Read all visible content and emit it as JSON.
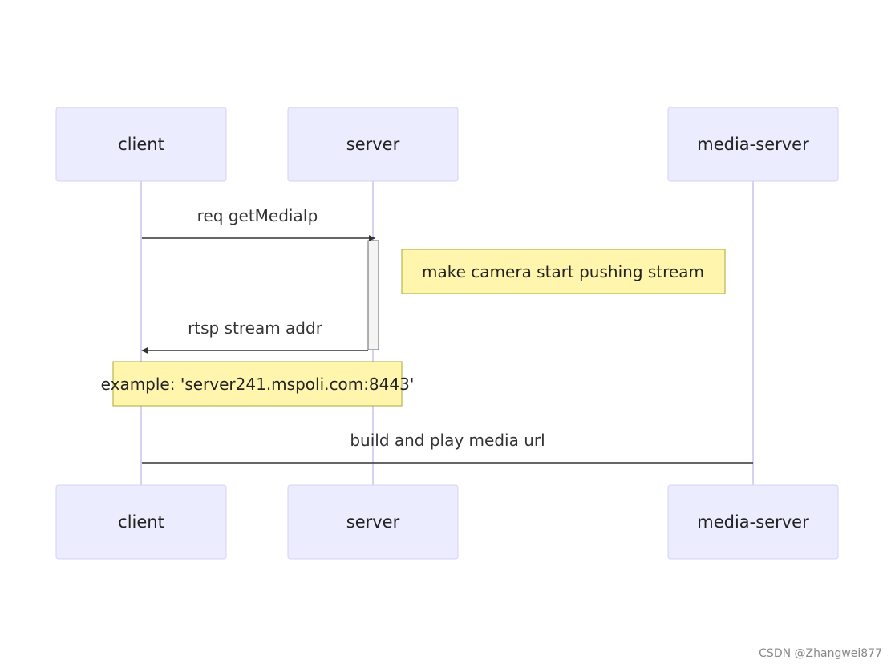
{
  "participants": {
    "client": "client",
    "server": "server",
    "media_server": "media-server"
  },
  "messages": {
    "req": "req getMediaIp",
    "rtsp": "rtsp stream addr",
    "build": "build and play media url"
  },
  "notes": {
    "camera": "make camera start pushing stream",
    "example": "example: 'server241.mspoli.com:8443'"
  },
  "watermark": "CSDN @Zhangwei877",
  "colors": {
    "actor_fill": "#ECECFF",
    "actor_border": "#D6D1F5",
    "note_fill": "#FFF5AD",
    "note_border": "#AAAA33",
    "arrow": "#333333"
  }
}
